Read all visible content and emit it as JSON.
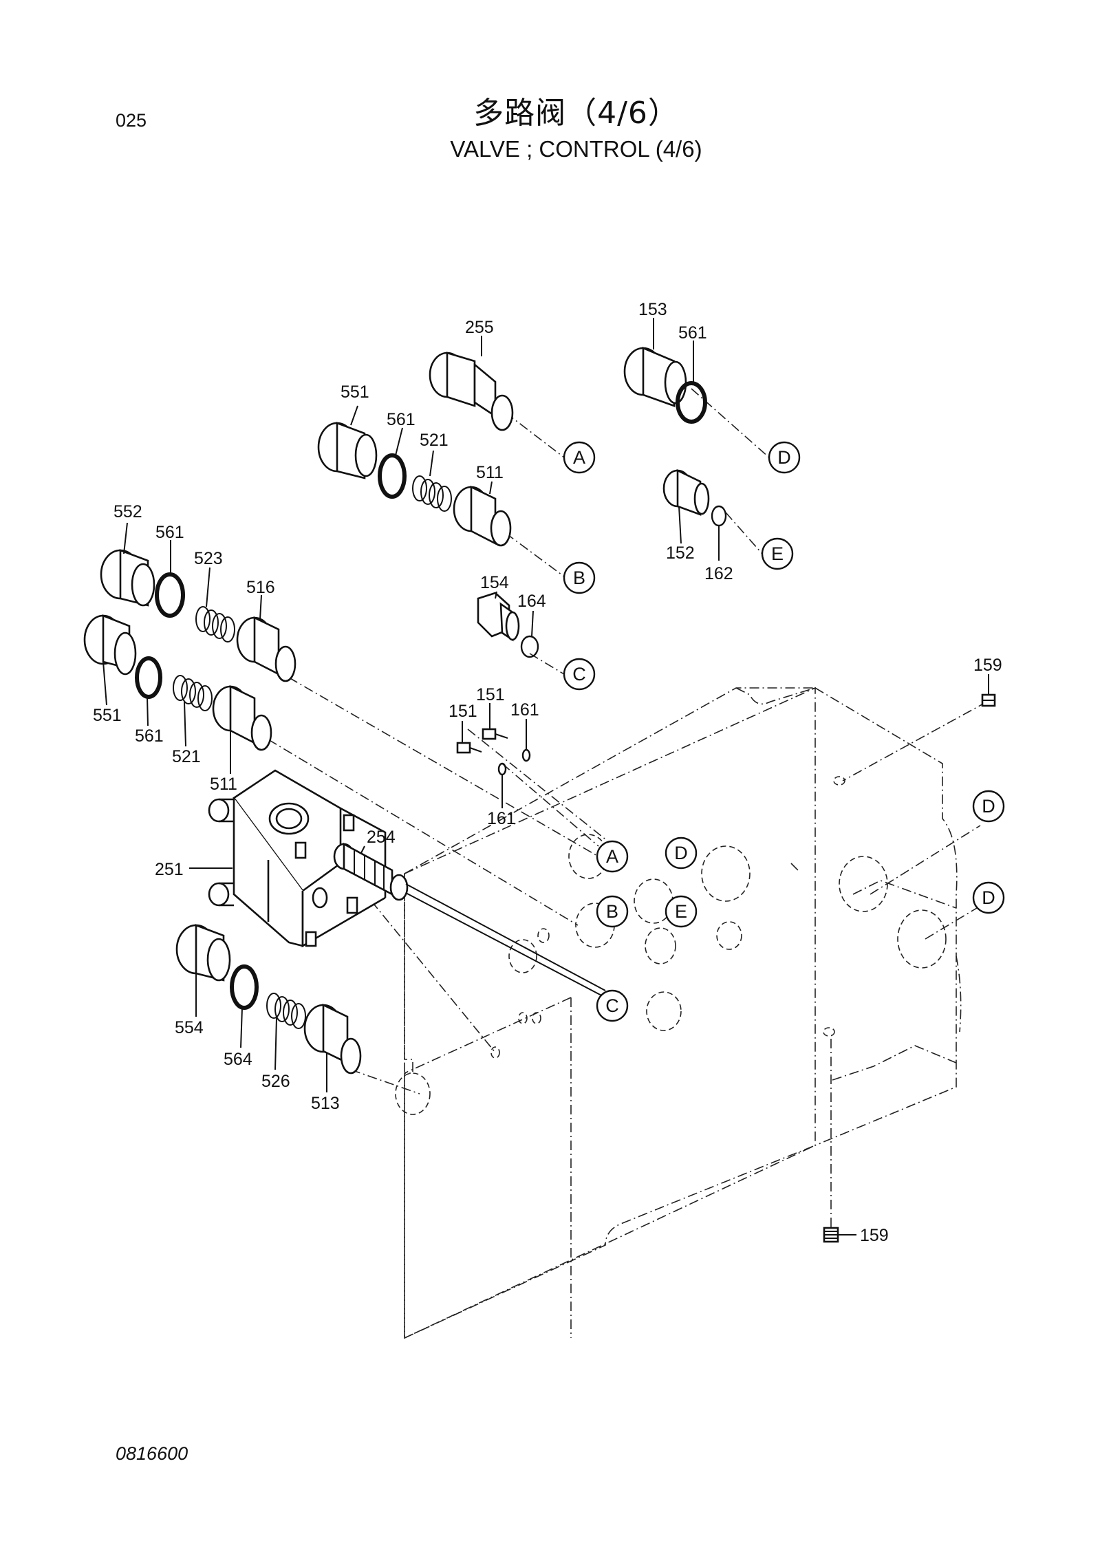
{
  "header": {
    "page_number": "025",
    "title_cn": "多路阀（4/6）",
    "title_en": "VALVE ; CONTROL (4/6)"
  },
  "footer": {
    "drawing_number": "0816600"
  },
  "part_labels": [
    "255",
    "153",
    "561",
    "551",
    "561",
    "521",
    "511",
    "552",
    "561",
    "523",
    "516",
    "154",
    "164",
    "551",
    "561",
    "521",
    "511",
    "151",
    "151",
    "161",
    "161",
    "159",
    "254",
    "251",
    "554",
    "564",
    "526",
    "513",
    "152",
    "162",
    "159"
  ],
  "reference_bubbles": [
    "A",
    "B",
    "C",
    "D",
    "E",
    "A",
    "B",
    "C",
    "D",
    "E",
    "D",
    "D"
  ]
}
